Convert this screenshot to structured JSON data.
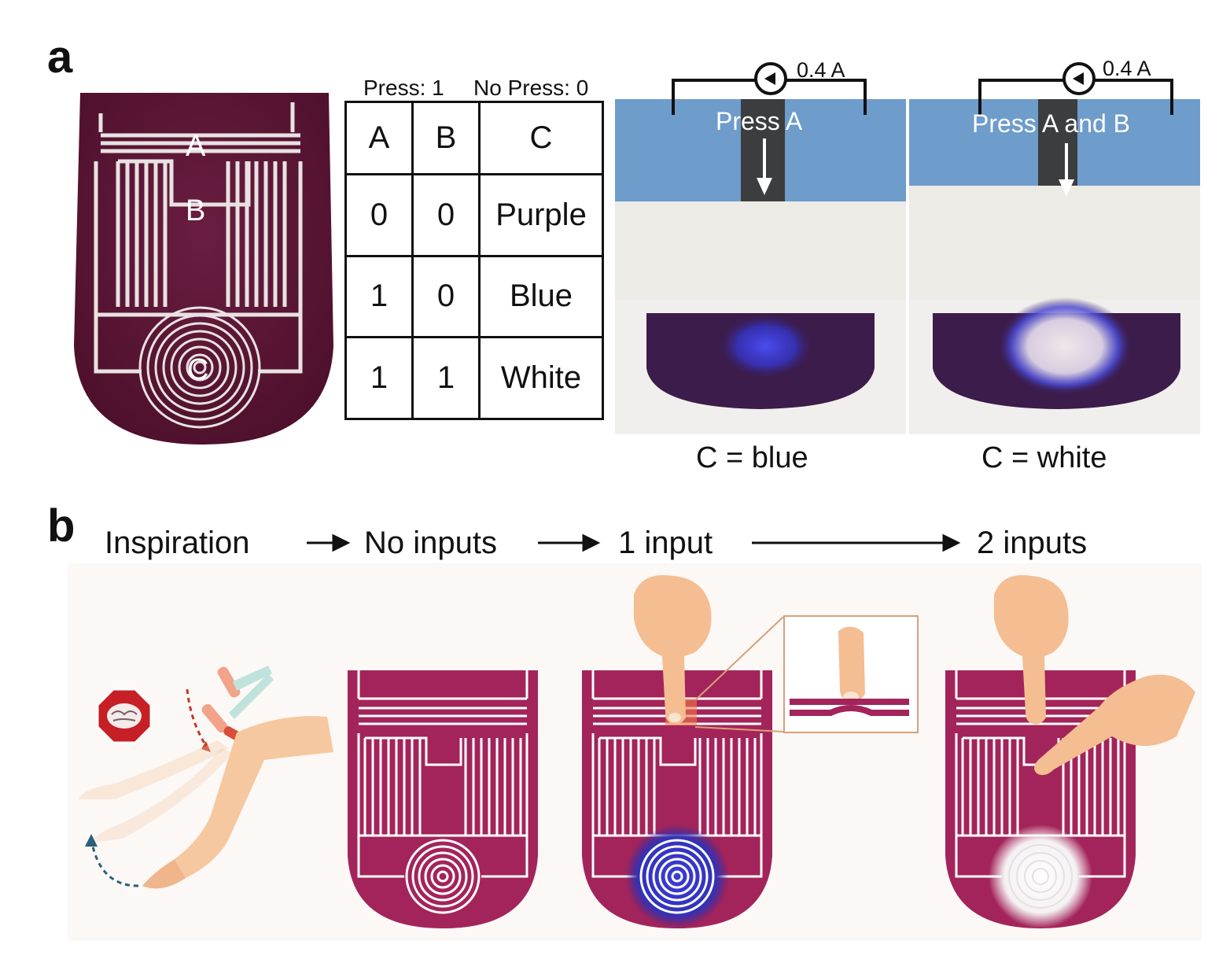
{
  "panel_a": {
    "label": "a",
    "device_labels": {
      "a": "A",
      "b": "B",
      "c": "C"
    },
    "table": {
      "press_note": "Press: 1",
      "no_press_note": "No Press: 0",
      "headers": [
        "A",
        "B",
        "C"
      ],
      "rows": [
        [
          "0",
          "0",
          "Purple"
        ],
        [
          "1",
          "0",
          "Blue"
        ],
        [
          "1",
          "1",
          "White"
        ]
      ]
    },
    "photo1": {
      "current": "0.4 A",
      "action": "Press A",
      "caption": "C = blue"
    },
    "photo2": {
      "current": "0.4 A",
      "action": "Press A and B",
      "caption": "C = white"
    }
  },
  "panel_b": {
    "label": "b",
    "stages": [
      "Inspiration",
      "No inputs",
      "1 input",
      "2 inputs"
    ]
  },
  "colors": {
    "device_purple": "#5e1636",
    "illustration_magenta": "#a3245a",
    "blue_glow": "#3a3ad8",
    "tape_blue": "#5f93c6"
  }
}
